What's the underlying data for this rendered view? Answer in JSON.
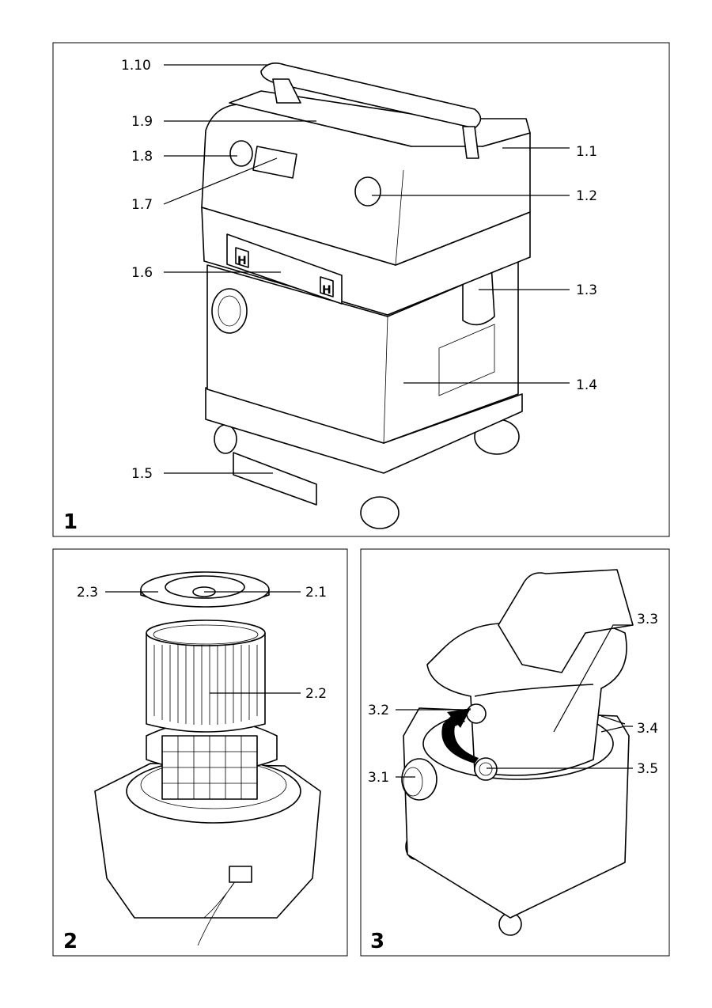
{
  "figure1": {
    "number": "1",
    "labels": {
      "l1_10": "1.10",
      "l1_9": "1.9",
      "l1_8": "1.8",
      "l1_7": "1.7",
      "l1_6": "1.6",
      "l1_5": "1.5",
      "l1_1": "1.1",
      "l1_2": "1.2",
      "l1_3": "1.3",
      "l1_4": "1.4"
    },
    "hazard_class_mark": "H"
  },
  "figure2": {
    "number": "2",
    "labels": {
      "l2_3": "2.3",
      "l2_1": "2.1",
      "l2_2": "2.2"
    }
  },
  "figure3": {
    "number": "3",
    "labels": {
      "l3_3": "3.3",
      "l3_2": "3.2",
      "l3_4": "3.4",
      "l3_1": "3.1",
      "l3_5": "3.5"
    }
  }
}
